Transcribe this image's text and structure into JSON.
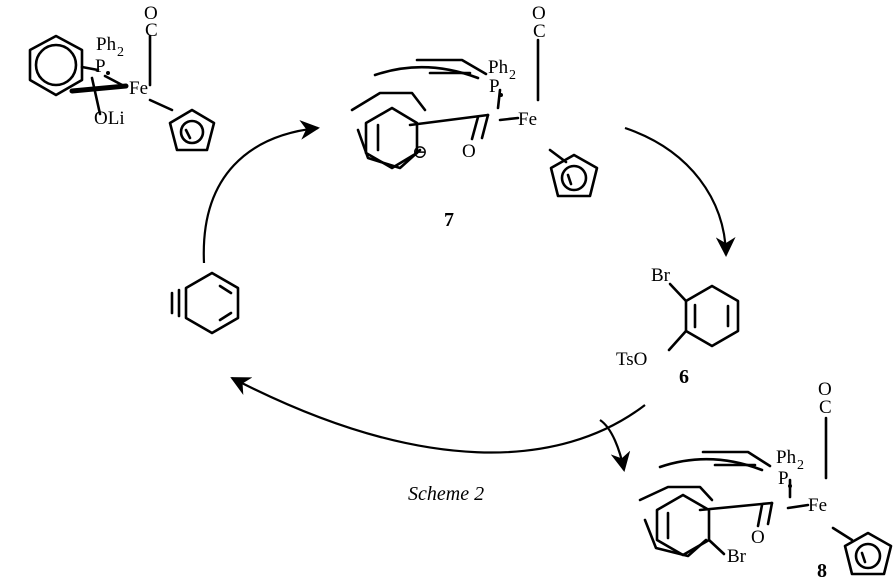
{
  "caption": "Scheme 2",
  "compounds": {
    "c7": {
      "number": "7"
    },
    "c6": {
      "number": "6"
    },
    "c8": {
      "number": "8"
    }
  },
  "atoms": {
    "O": "O",
    "C": "C",
    "Ph": "Ph",
    "two": "2",
    "P": "P",
    "Fe": "Fe",
    "OLi": "OLi",
    "Br": "Br",
    "TsO": "TsO",
    "charge": "⊖"
  }
}
